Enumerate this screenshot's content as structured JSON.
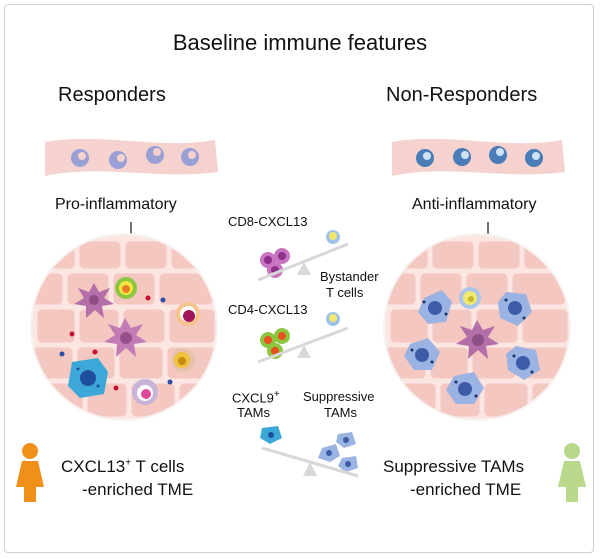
{
  "title": "Baseline immune features",
  "groups": {
    "responders": {
      "heading": "Responders",
      "state": "Pro-inflammatory",
      "tme_line1": "CXCL13",
      "tme_line1_sup": "+",
      "tme_line1_rest": " T cells",
      "tme_line2": "-enriched TME"
    },
    "non_responders": {
      "heading": "Non-Responders",
      "state": "Anti-inflammatory",
      "tme_line1": "Suppressive TAMs",
      "tme_line2": "-enriched TME"
    }
  },
  "middle": {
    "cd8": "CD8-CXCL13",
    "cd4": "CD4-CXCL13",
    "bystander_line1": "Bystander",
    "bystander_line2": "T cells",
    "cxcl9_line1": "CXCL9",
    "cxcl9_sup": "+",
    "cxcl9_line2": "TAMs",
    "suppressive_line1": "Suppressive",
    "suppressive_line2": "TAMs"
  },
  "colors": {
    "responder_person": "#f0901a",
    "non_responder_person": "#b9d88a",
    "vessel": "#f6d2cf",
    "tissue": "#f4c7c0",
    "cell_border": "#fbe6e2",
    "tam_blue": "#9bb3e2",
    "tam_nucleus": "#3d5ca8",
    "macrophage_purple": "#b46ea8",
    "green_cell": "#8cc63e",
    "balance_gray": "#d8d8d8"
  }
}
